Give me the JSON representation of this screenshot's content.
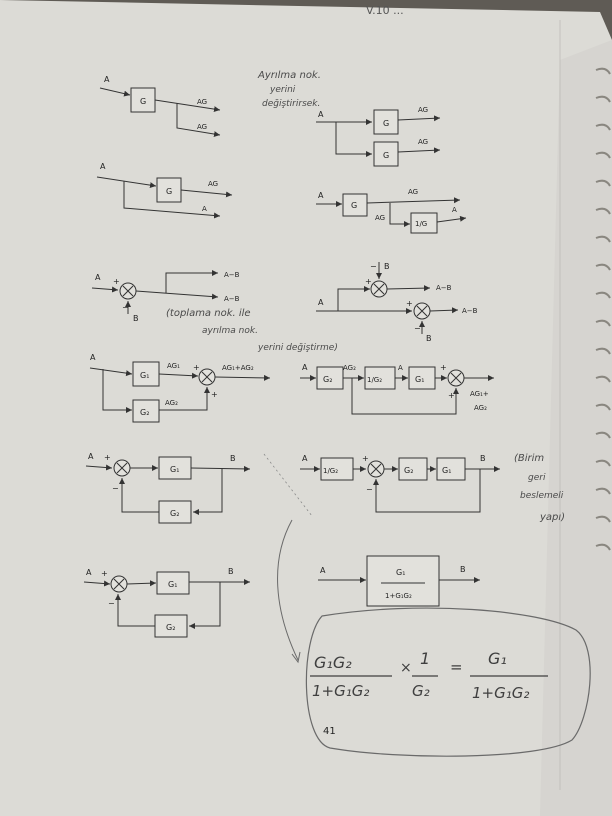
{
  "page_number": "41",
  "top_fragment": "V.10 ...",
  "signals": {
    "A": "A",
    "B": "B",
    "AG": "AG",
    "A_minus_B": "A−B",
    "AG1": "AG₁",
    "AG2": "AG₂",
    "AG1_plus_AG2": "AG₁+AG₂",
    "AG1_plus": "AG₁+"
  },
  "blocks": {
    "G": "G",
    "inv_G": "1/G",
    "G1": "G₁",
    "G2": "G₂",
    "inv_G2": "1/G₂",
    "closed_num": "G₁",
    "closed_den": "1+G₁G₂"
  },
  "signs": {
    "plus": "+",
    "minus": "−"
  },
  "notes": {
    "branch_line1": "Ayrılma nok.",
    "branch_line2": "yerini",
    "branch_line3": "değiştirirsek.",
    "sum_line1": "(toplama nok. ile",
    "sum_line2": "ayrılma nok.",
    "sum_line3": "yerini değiştirme)",
    "unity_line1": "(Birim",
    "unity_line2": "geri",
    "unity_line3": "beslemeli",
    "unity_line4": "yapı)"
  },
  "equation": {
    "lhs_num": "G₁G₂",
    "lhs_den": "1+G₁G₂",
    "times": "×",
    "mid_num": "1",
    "mid_den": "G₂",
    "equals": "=",
    "rhs_num": "G₁",
    "rhs_den": "1+G₁G₂"
  }
}
